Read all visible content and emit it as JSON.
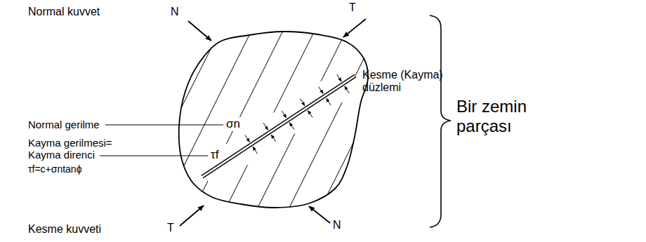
{
  "diagram": {
    "labels": [
      "Normal kuvvet",
      "N",
      "T",
      "Kesme (Kayma) düzlemi",
      "Normal gerilme",
      "σn",
      "Kayma gerilmesi= Kayma direnci",
      "τf",
      "τf=c+σntanϕ",
      "Kesme kuvveti",
      "T",
      "N",
      "Bir zemin parçası"
    ]
  }
}
